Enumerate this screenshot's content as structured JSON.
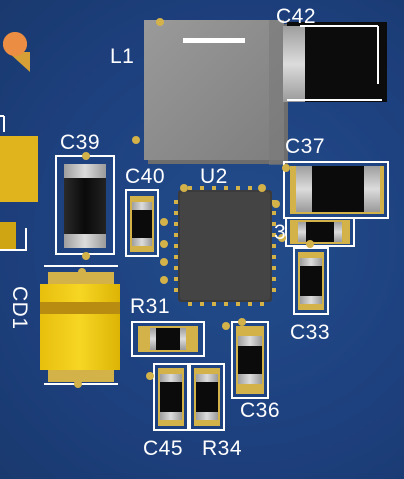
{
  "colors": {
    "board": "#1f4383",
    "silkscreen": "#ffffff",
    "solder": "#d4b24a",
    "component_black": "#0c0c0c",
    "component_yellow": "#f2cc10",
    "inductor_grey": "#8c8c8c"
  },
  "designators": {
    "l1": "L1",
    "c42": "C42",
    "c39": "C39",
    "c37": "C37",
    "c40": "C40",
    "u2": "U2",
    "cd1": "CD1",
    "r31": "R31",
    "c33": "C33",
    "c36": "C36",
    "c45": "C45",
    "r34": "R34",
    "partial_right": "3"
  }
}
